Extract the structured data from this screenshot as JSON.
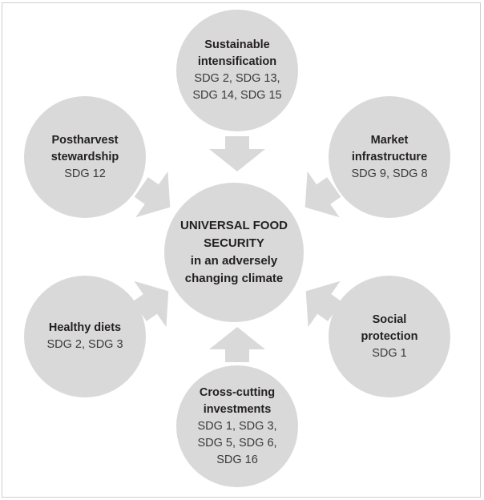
{
  "diagram": {
    "center": {
      "title": "UNIVERSAL FOOD\nSECURITY\nin an adversely\nchanging climate"
    },
    "nodes": {
      "sustainable_intensification": {
        "title": "Sustainable\nintensification",
        "sdgs": "SDG 2, SDG 13,\nSDG 14, SDG 15"
      },
      "postharvest_stewardship": {
        "title": "Postharvest\nstewardship",
        "sdgs": "SDG 12"
      },
      "market_infrastructure": {
        "title": "Market\ninfrastructure",
        "sdgs": "SDG 9, SDG 8"
      },
      "healthy_diets": {
        "title": "Healthy diets",
        "sdgs": "SDG 2, SDG 3"
      },
      "social_protection": {
        "title": "Social\nprotection",
        "sdgs": "SDG 1"
      },
      "cross_cutting_investments": {
        "title": "Cross-cutting\ninvestments",
        "sdgs": "SDG 1, SDG 3,\nSDG 5, SDG 6,\nSDG 16"
      }
    },
    "colors": {
      "circle_fill": "#d9d9d9",
      "arrow_fill": "#d9d9d9",
      "text": "#231f20"
    }
  }
}
